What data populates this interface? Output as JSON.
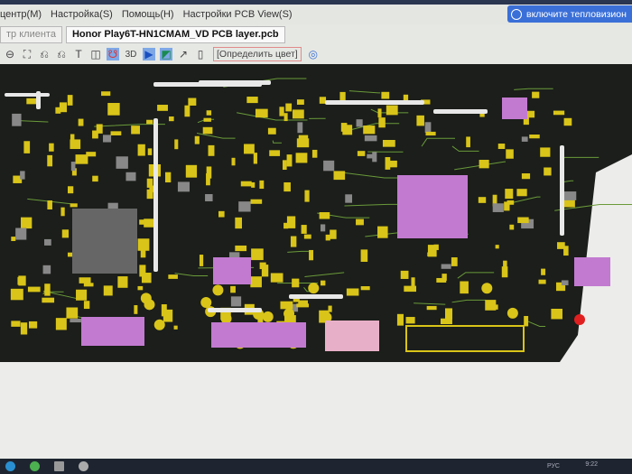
{
  "menu": {
    "items": [
      "центр(M)",
      "Настройка(S)",
      "Помощь(H)",
      "Настройки PCB View(S)"
    ]
  },
  "thermal_button": {
    "label": "включите тепловизион"
  },
  "tabs": [
    {
      "label": "тр клиента",
      "active": false
    },
    {
      "label": "Honor Play6T-HN1CMAM_VD PCB layer.pcb",
      "active": true
    }
  ],
  "toolbar": {
    "icons": [
      "zoom-out-icon",
      "fit-icon",
      "rotate-left-icon",
      "rotate-right-icon",
      "paint-icon",
      "mirror-icon",
      "probe-icon"
    ],
    "label_3d": "3D",
    "define_color": "[Определить цвет]"
  },
  "taskbar": {
    "clock": "9:22",
    "lang": "РУС"
  },
  "colors": {
    "board": "#1b1e1a",
    "pad": "#d9c419",
    "ic": "#c27ad0",
    "trace": "#6a9a3a",
    "silk": "#e8e8e8",
    "accent": "#3a6fd8"
  }
}
